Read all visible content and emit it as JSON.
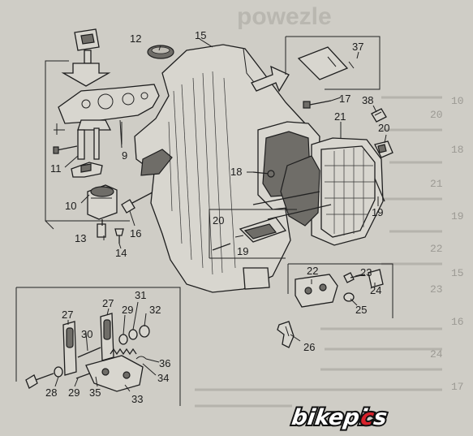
{
  "background_text": {
    "header": "powezle",
    "column_numbers": [
      "10",
      "18",
      "19",
      "15",
      "16",
      "17",
      "20",
      "21",
      "22",
      "23",
      "24"
    ]
  },
  "labels": {
    "p9": "9",
    "p10": "10",
    "p11": "11",
    "p12": "12",
    "p13": "13",
    "p14": "14",
    "p15": "15",
    "p16": "16",
    "p17": "17",
    "p18": "18",
    "p19a": "19",
    "p19b": "19",
    "p20a": "20",
    "p20b": "20",
    "p21": "21",
    "p22": "22",
    "p23": "23",
    "p24": "24",
    "p25": "25",
    "p26": "26",
    "p27a": "27",
    "p27b": "27",
    "p28": "28",
    "p29a": "29",
    "p29b": "29",
    "p30": "30",
    "p31": "31",
    "p32": "32",
    "p33": "33",
    "p34": "34",
    "p35": "35",
    "p36": "36",
    "p37": "37",
    "p38": "38"
  },
  "watermark": {
    "text_left": "bikepi",
    "text_c": "c",
    "text_right": "s",
    "accent_color": "#d8222b"
  }
}
